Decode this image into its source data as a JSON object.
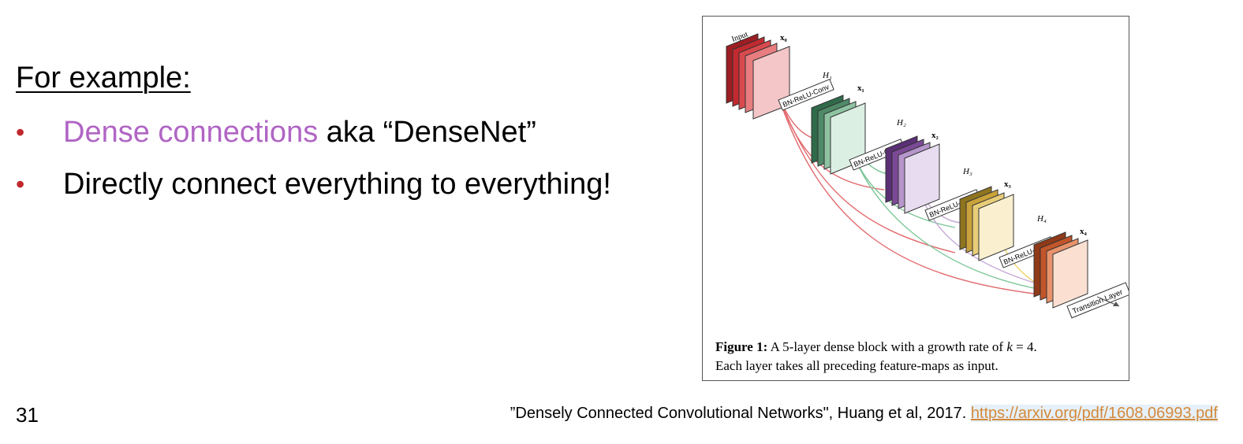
{
  "heading": "For example:",
  "bullets": [
    {
      "accent": "Dense connections",
      "rest": " aka “DenseNet”"
    },
    {
      "accent": "",
      "rest": "Directly connect everything to everything!"
    }
  ],
  "figure": {
    "input_label": "Input",
    "x_labels": [
      "x₀",
      "x₁",
      "x₂",
      "x₃",
      "x₄"
    ],
    "h_labels": [
      "H₁",
      "H₂",
      "H₃",
      "H₄"
    ],
    "op_label": "BN-ReLU-Conv",
    "transition_label": "Transition Layer",
    "caption_bold": "Figure 1:",
    "caption_text_a": " A 5-layer dense block with a growth rate of ",
    "caption_k": "k",
    "caption_text_b": " = 4.",
    "caption_line2": "Each layer takes all preceding feature-maps as input.",
    "colors": {
      "block0": "#c22a30",
      "block1": "#4f8a68",
      "block2": "#7b4a96",
      "block3": "#c9a23a",
      "block4": "#c2552a"
    }
  },
  "page_number": "31",
  "citation": {
    "text": "”Densely Connected Convolutional Networks\", Huang et al, 2017. ",
    "link": "https://arxiv.org/pdf/1608.06993.pdf"
  }
}
